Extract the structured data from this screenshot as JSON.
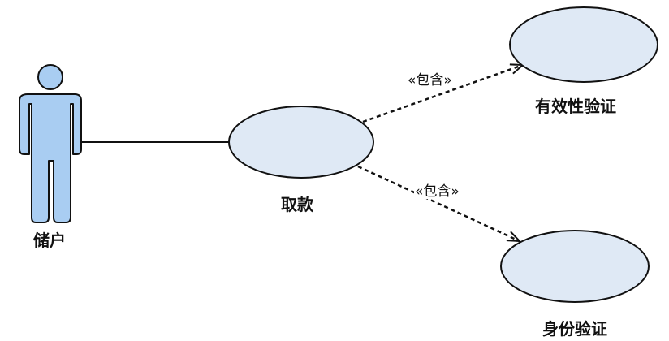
{
  "diagram": {
    "actor": {
      "name": "储户"
    },
    "use_cases": {
      "withdraw": {
        "label": "取款"
      },
      "validity_check": {
        "label": "有效性验证"
      },
      "identity_check": {
        "label": "身份验证"
      }
    },
    "relations": {
      "include_upper": {
        "label": "«包含»"
      },
      "include_lower": {
        "label": "«包含»"
      }
    }
  },
  "colors": {
    "actor_fill": "#a9cdf2",
    "usecase_fill": "#dfe9f5",
    "stroke": "#111111"
  }
}
